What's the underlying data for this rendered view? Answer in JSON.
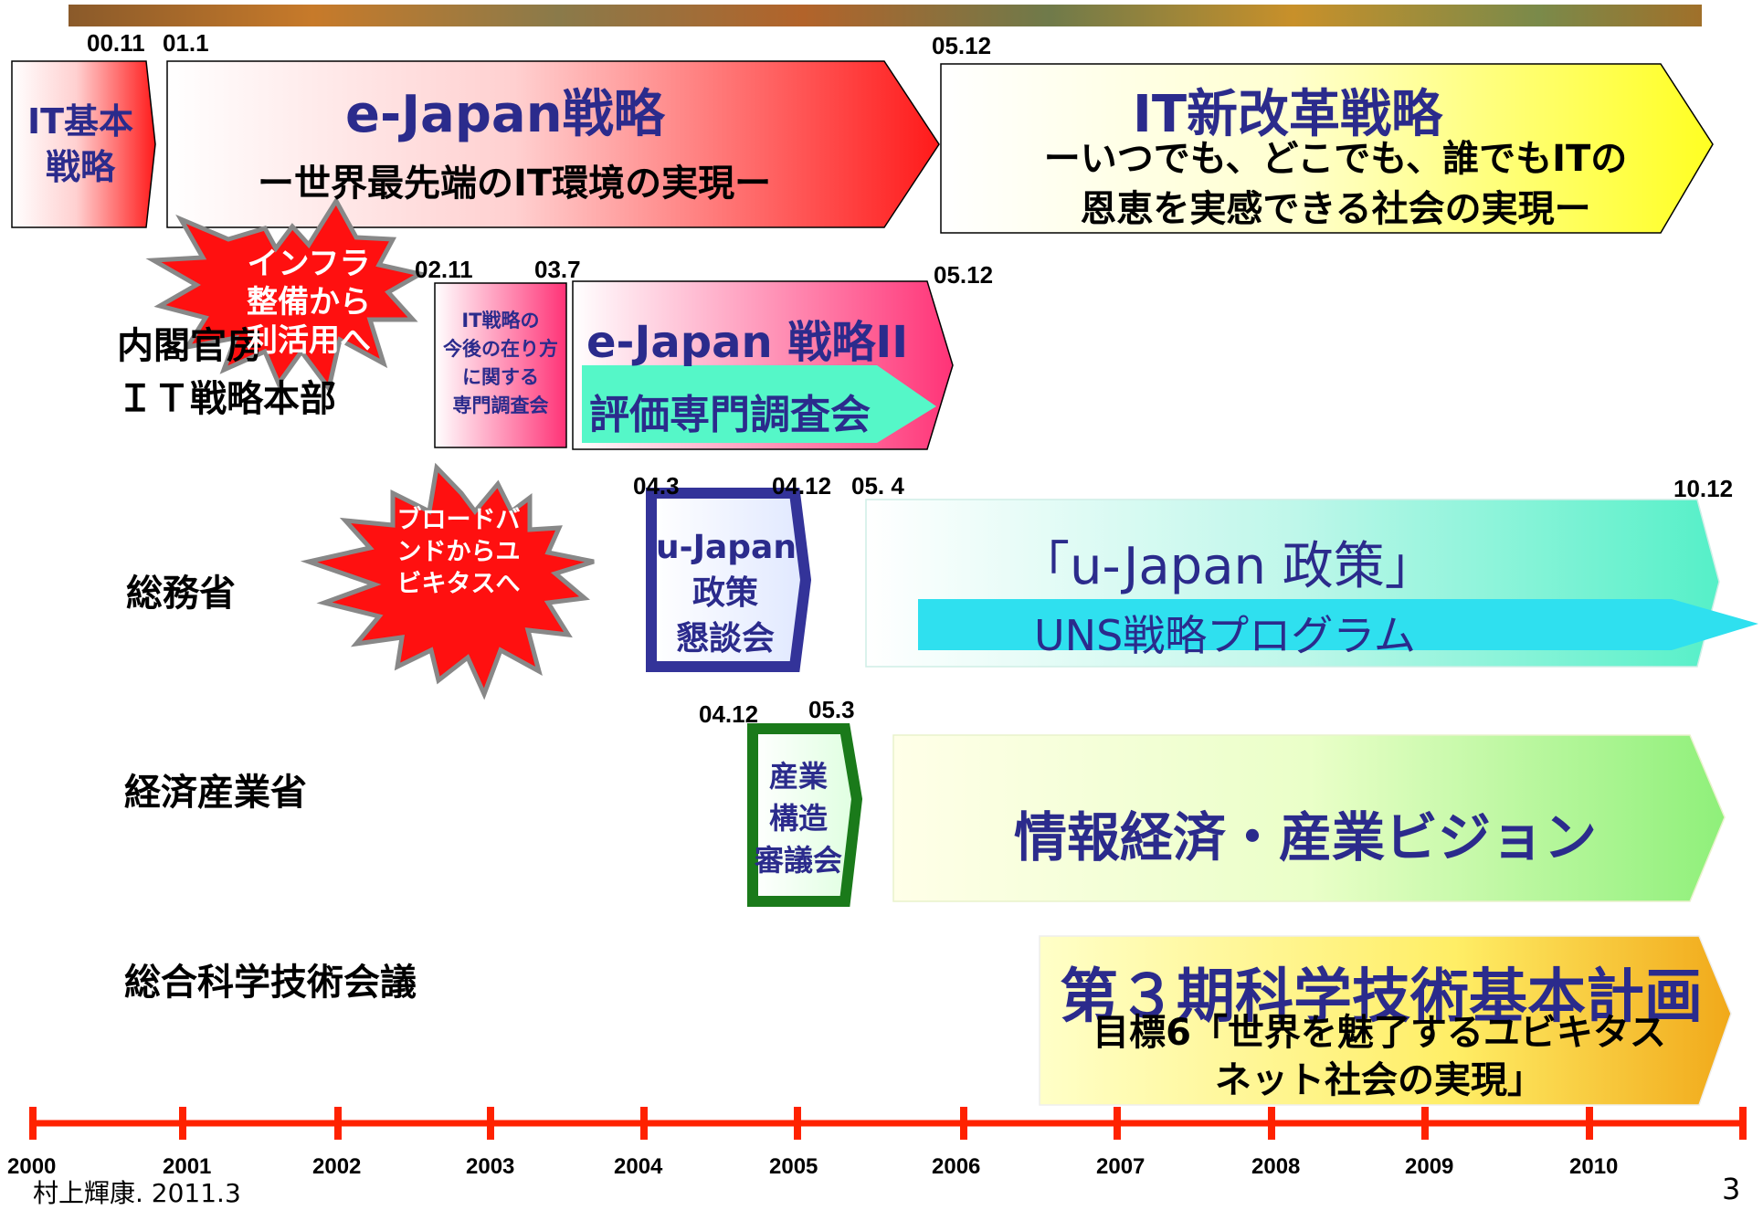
{
  "colors": {
    "red": "#ff2a2a",
    "yellow": "#ffff33",
    "aqua": "#66ffcc",
    "green": "#99ff66",
    "orange": "#f4b21a",
    "navy": "#333399",
    "darkgreen": "#1a7a1a",
    "timeline": "#ff2200"
  },
  "dates": {
    "d_0011": "00.11",
    "d_011": "01.1",
    "d_0512a": "05.12",
    "d_0211": "02.11",
    "d_037": "03.7",
    "d_0512b": "05.12",
    "d_043": "04.3",
    "d_0412a": "04.12",
    "d_054": "05. 4",
    "d_1012": "10.12",
    "d_0412b": "04.12",
    "d_053": "05.3"
  },
  "boxes": {
    "it_kihon": [
      "IT基本",
      "戦略"
    ],
    "ejapan_title": "e-Japan戦略",
    "ejapan_sub": "ー世界最先端のIT環境の実現ー",
    "it_shin_title": "IT新改革戦略",
    "it_shin_sub": [
      "ーいつでも、どこでも、誰でもITの",
      "恩恵を実感できる社会の実現ー"
    ],
    "senmon": [
      "IT戦略の",
      "今後の在り方",
      "に関する",
      "専門調査会"
    ],
    "ejapan2_title": "e-Japan 戦略II",
    "hyoka": "評価専門調査会",
    "ujapan_kondan": [
      "u-Japan",
      "政策",
      "懇談会"
    ],
    "ujapan_title": "「u-Japan 政策」",
    "uns": "UNS戦略プログラム",
    "sangyo_kozo": [
      "産業",
      "構造",
      "審議会"
    ],
    "joho_keizai": "情報経済・産業ビジョン",
    "dai3ki_title": "第３期科学技術基本計画",
    "dai3ki_sub": [
      "目標6「世界を魅了するユビキタス",
      "ネット社会の実現」"
    ]
  },
  "bursts": {
    "infra": [
      "インフラ",
      "整備から",
      "利活用へ"
    ],
    "broadband": [
      "ブロードバ",
      "ンドからユ",
      "ビキタスへ"
    ]
  },
  "orgs": {
    "naikaku": [
      "内閣官房",
      "ＩＴ戦略本部"
    ],
    "somu": "総務省",
    "keizai": "経済産業省",
    "sogo": "総合科学技術会議"
  },
  "timeline": {
    "years": [
      "2000",
      "2001",
      "2002",
      "2003",
      "2004",
      "2005",
      "2006",
      "2007",
      "2008",
      "2009",
      "2010"
    ]
  },
  "footer": {
    "author": "村上輝康. 2011.3",
    "page": "3"
  }
}
